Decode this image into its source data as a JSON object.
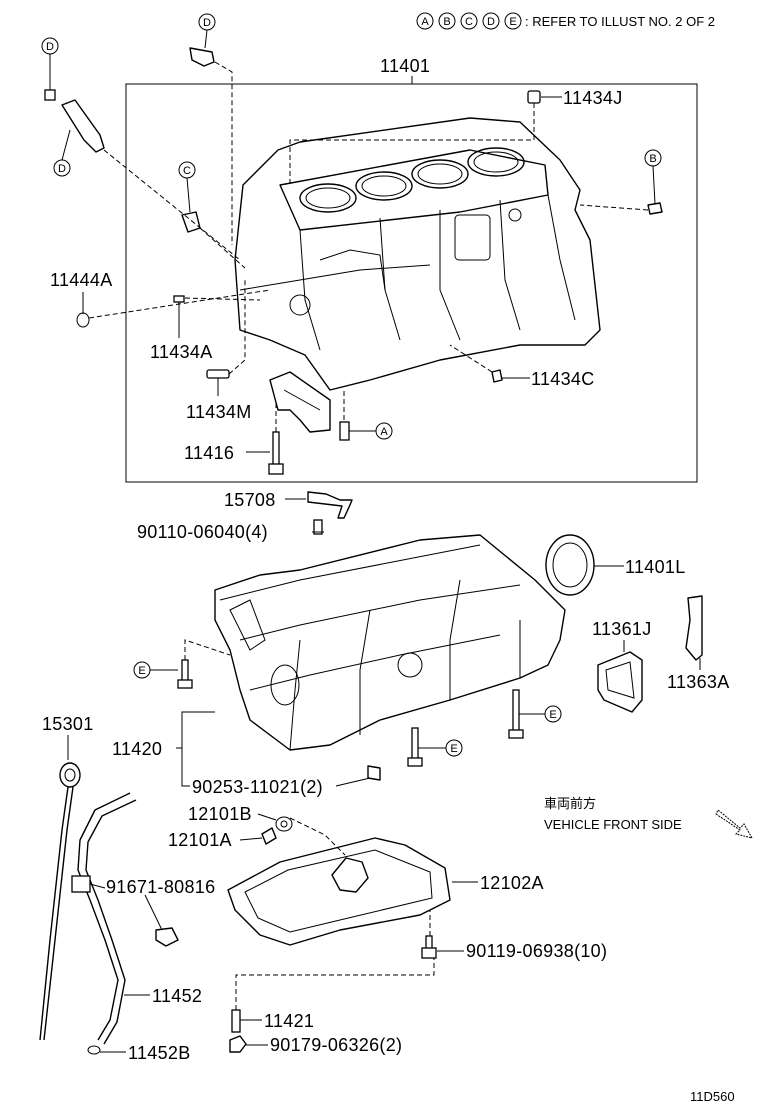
{
  "header": {
    "circle_letters": [
      "A",
      "B",
      "C",
      "D",
      "E"
    ],
    "refer_text": ": REFER TO ILLUST NO. 2 OF 2"
  },
  "labels": {
    "p11401": "11401",
    "p11434J": "11434J",
    "p11444A": "11444A",
    "p11434A": "11434A",
    "p11434M": "11434M",
    "p11434C": "11434C",
    "p11416": "11416",
    "p15708": "15708",
    "p90110": "90110-06040(4)",
    "p11401L": "11401L",
    "p11361J": "11361J",
    "p11363A": "11363A",
    "p15301": "15301",
    "p11420": "11420",
    "p90253": "90253-11021(2)",
    "p12101B": "12101B",
    "p12101A": "12101A",
    "p91671": "91671-80816",
    "p12102A": "12102A",
    "p90119": "90119-06938(10)",
    "p11452": "11452",
    "p11421": "11421",
    "p90179": "90179-06326(2)",
    "p11452B": "11452B"
  },
  "callouts": {
    "d1": "D",
    "d2": "D",
    "d3": "D",
    "c1": "C",
    "b1": "B",
    "a1": "A",
    "e1": "E",
    "e2": "E",
    "e3": "E"
  },
  "front": {
    "jp": "車両前方",
    "en": "VEHICLE FRONT SIDE"
  },
  "footer": {
    "code": "11D560"
  }
}
